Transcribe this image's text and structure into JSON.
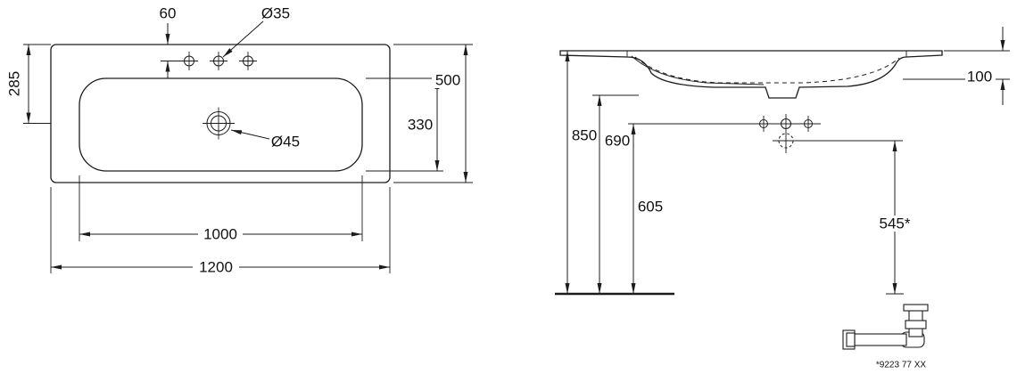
{
  "colors": {
    "line": "#1c1c1c",
    "background": "#ffffff"
  },
  "top_view": {
    "dim_width_total": "1200",
    "dim_width_inner": "1000",
    "dim_depth_total": "500",
    "dim_depth_inner": "330",
    "dim_drain_from_back": "285",
    "dim_tapholes_from_back": "60",
    "dia_taphole": "Ø35",
    "dia_drain": "Ø45"
  },
  "front_view": {
    "dim_height_rim": "850",
    "dim_height_underside": "690",
    "dim_height_fixings": "605",
    "dim_height_trap_outlet": "545*",
    "dim_ceramic_edge": "100"
  },
  "accessory": {
    "part_number": "*9223 77 XX"
  }
}
